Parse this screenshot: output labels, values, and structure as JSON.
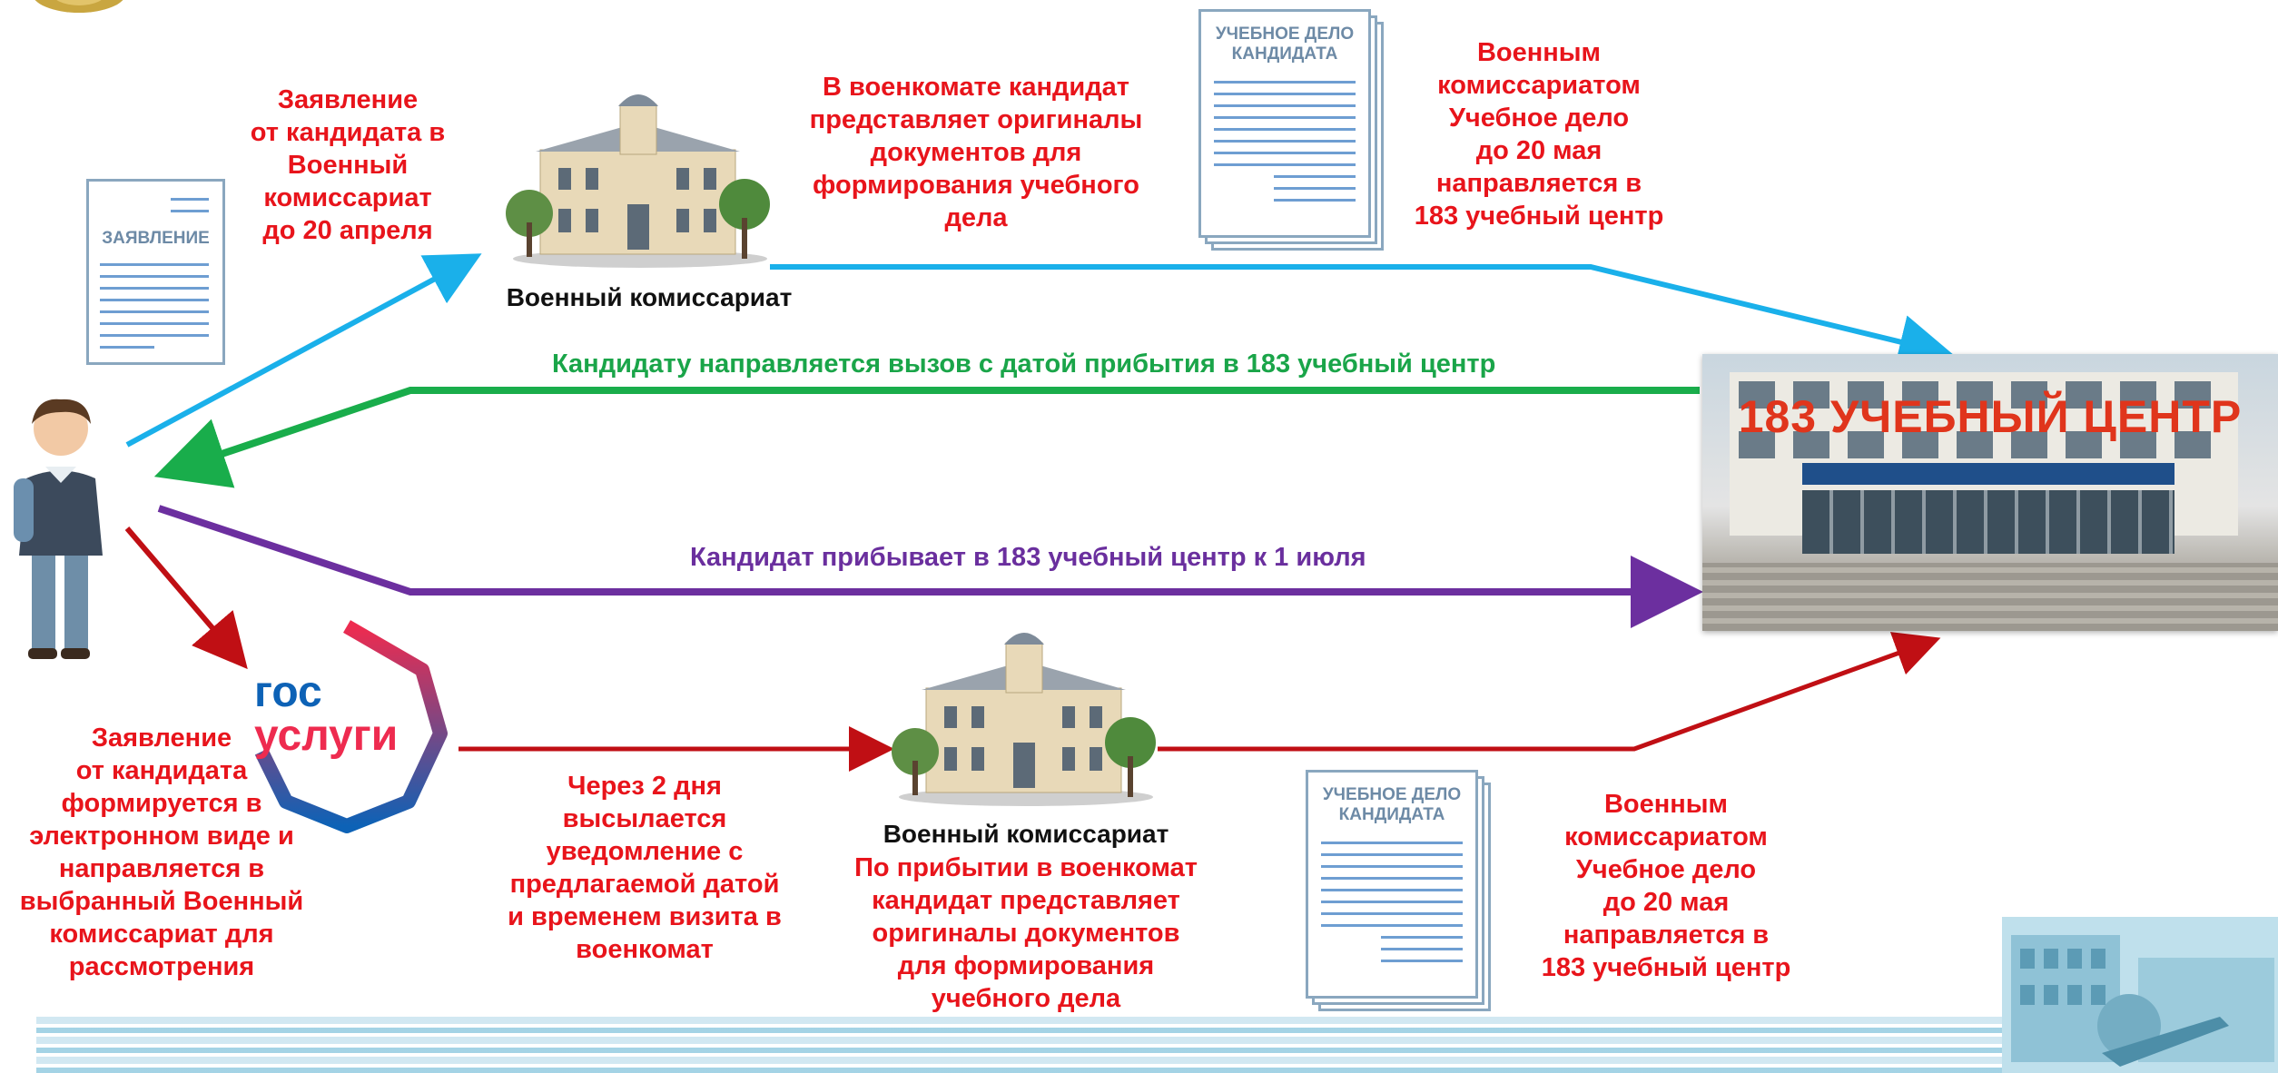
{
  "colors": {
    "blue_arrow": "#1ab0ea",
    "green_arrow": "#19ad4b",
    "purple_arrow": "#6c2f9f",
    "red_arrow": "#c00f14",
    "text_red": "#e8141b"
  },
  "icons": [
    "emblem-icon",
    "person-icon",
    "application-document-icon",
    "study-file-document-icon",
    "building-icon",
    "gosuslugi-logo",
    "training-center-photo"
  ],
  "application_doc": {
    "title": "ЗАЯВЛЕНИЕ"
  },
  "study_file_doc": {
    "title": "УЧЕБНОЕ ДЕЛО\nКАНДИДАТА"
  },
  "top_path": {
    "step1_text": "Заявление\nот кандидата в\nВоенный\nкомиссариат\nдо 20 апреля",
    "building_label": "Военный комиссариат",
    "step2_text": "В военкомате кандидат\nпредставляет оригиналы\nдокументов для\nформирования учебного\nдела",
    "step3_text": "Военным\nкомиссариатом\nУчебное дело\nдо 20 мая\nнаправляется в\n183 учебный центр"
  },
  "green_arrow_label": "Кандидату направляется вызов с датой прибытия в 183 учебный центр",
  "purple_arrow_label": "Кандидат прибывает в 183 учебный центр к 1 июля",
  "training_center": {
    "sign": "183 УЧЕБНЫЙ ЦЕНТР"
  },
  "gosuslugi": {
    "line1": "гос",
    "line2": "услуги"
  },
  "bottom_path": {
    "step1_text": "Заявление\nот кандидата\nформируется в\nэлектронном виде и\nнаправляется в\nвыбранный Военный\nкомиссариат для\nрассмотрения",
    "step2_text": "Через 2 дня\nвысылается\nуведомление с\nпредлагаемой датой\nи временем визита в\nвоенкомат",
    "building_label": "Военный комиссариат",
    "building_text": "По прибытии в военкомат\nкандидат представляет\nоригиналы документов\nдля формирования\nучебного дела",
    "step3_text": "Военным\nкомиссариатом\nУчебное дело\nдо 20 мая\nнаправляется в\n183 учебный центр"
  }
}
